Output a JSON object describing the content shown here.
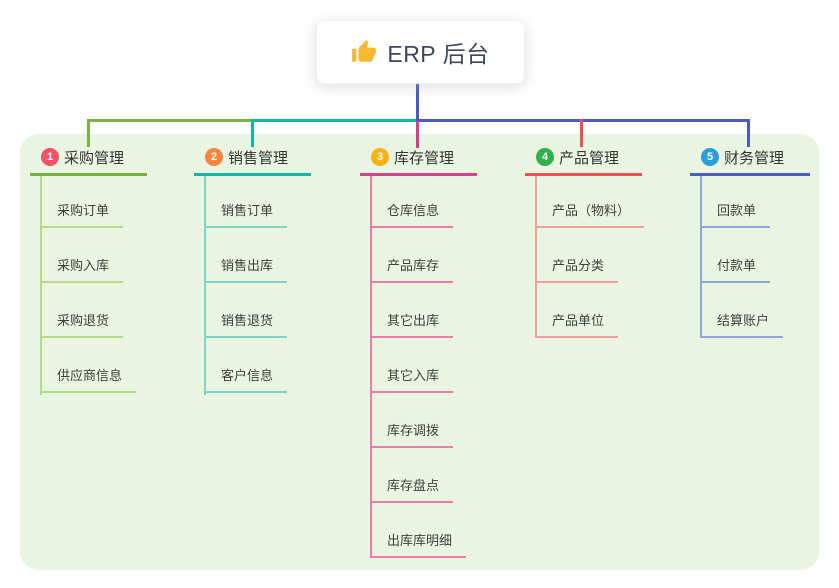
{
  "root": {
    "icon": "thumbs-up",
    "label": "ERP 后台"
  },
  "colors": {
    "canvas": "#e9f5e1",
    "thumb": "#f5b82e",
    "indigo": "#4a58c8",
    "green": "#76b43e",
    "teal": "#12b7a8",
    "magenta": "#da3a87",
    "red": "#ee5250"
  },
  "branches": [
    {
      "index": "1",
      "label": "采购管理",
      "badge_color": "#f4526a",
      "line_color": "#76b43e",
      "child_line_color": "#b4da8c",
      "children": [
        "采购订单",
        "采购入库",
        "采购退货",
        "供应商信息"
      ]
    },
    {
      "index": "2",
      "label": "销售管理",
      "badge_color": "#f6853f",
      "line_color": "#12b7a8",
      "child_line_color": "#7fd2c8",
      "children": [
        "销售订单",
        "销售出库",
        "销售退货",
        "客户信息"
      ]
    },
    {
      "index": "3",
      "label": "库存管理",
      "badge_color": "#f9b116",
      "line_color": "#d6418c",
      "child_line_color": "#ee7bad",
      "children": [
        "仓库信息",
        "产品库存",
        "其它出库",
        "其它入库",
        "库存调拨",
        "库存盘点",
        "出库库明细"
      ]
    },
    {
      "index": "4",
      "label": "产品管理",
      "badge_color": "#2eb24b",
      "line_color": "#ee5250",
      "child_line_color": "#f49f9d",
      "children": [
        "产品（物料）",
        "产品分类",
        "产品单位"
      ]
    },
    {
      "index": "5",
      "label": "财务管理",
      "badge_color": "#2b9fd9",
      "line_color": "#4a5ec6",
      "child_line_color": "#90a6df",
      "children": [
        "回款单",
        "付款单",
        "结算账户"
      ]
    }
  ]
}
